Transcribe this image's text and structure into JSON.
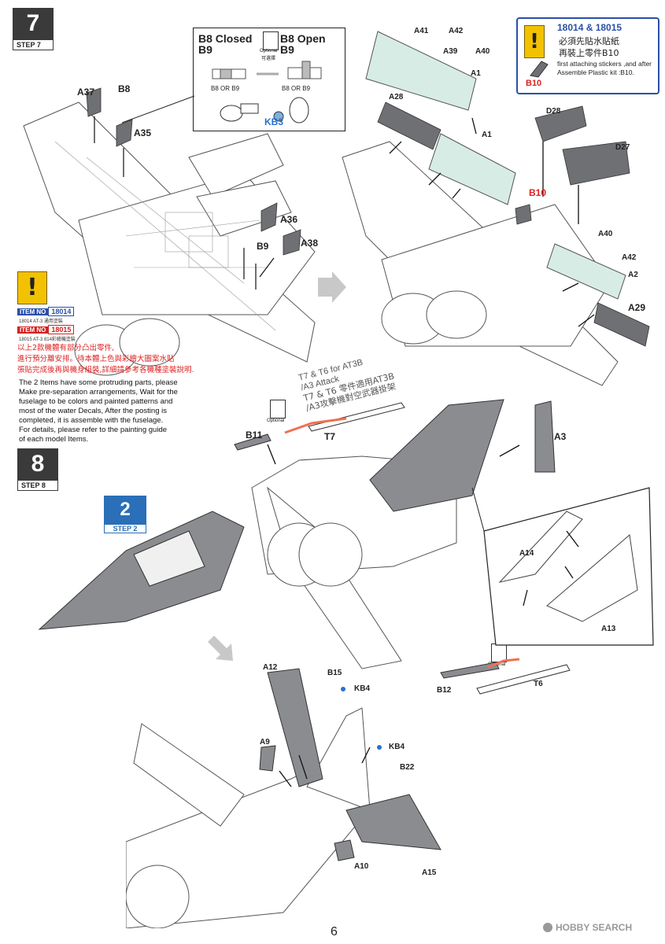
{
  "step7": {
    "number": "7",
    "label": "STEP 7"
  },
  "step8": {
    "number": "8",
    "label": "STEP 8"
  },
  "step2_ref": {
    "number": "2",
    "label": "STEP 2"
  },
  "canopy_inset": {
    "closed_label": "B8 Closed",
    "closed_alt": "B9",
    "open_label": "B8 Open",
    "open_alt": "B9",
    "optional": "Optional",
    "optional_zh": "可選擇",
    "or_left": "B8 OR B9",
    "or_right": "B8 OR B9",
    "kb3": "KB3"
  },
  "step7_parts": [
    "A37",
    "B8",
    "A35",
    "A36",
    "B9",
    "A38"
  ],
  "step7_right_parts": {
    "a41": "A41",
    "a42": "A42",
    "a39": "A39",
    "a40": "A40",
    "a1_top": "A1",
    "a28": "A28",
    "a1": "A1",
    "d28": "D28",
    "d27": "D27",
    "b10": "B10",
    "a40b": "A40",
    "a42b": "A42",
    "a2": "A2",
    "a29": "A29"
  },
  "decal_note": {
    "title": "18014 & 18015",
    "zh_line1": "必須先貼水貼紙",
    "zh_line2": "再裝上零件B10",
    "en": "first attaching  stickers ,and after Assemble Plastic kit :B10.",
    "part": "B10"
  },
  "items": [
    {
      "tag": "ITEM NO",
      "code": "18014",
      "sub": "18014 AT-3 通用塗裝",
      "color": "#2a4fa8"
    },
    {
      "tag": "ITEM NO",
      "code": "18015",
      "sub": "18015 AT-3 814彩繪機塗裝",
      "color": "#d22222"
    }
  ],
  "zh_note": [
    "以上2款機體有部分凸出零件,",
    "進行預分離安排。待本體上色與彩繪大圖案水貼",
    "張貼完成後再與機身組裝,詳細請參考各機種塗裝說明."
  ],
  "en_note": [
    "The  2 Items have some protruding parts, please",
    "Make pre-separation arrangements, Wait for the",
    "fuselage to be colors and painted patterns and",
    " most of the water Decals, After the posting is",
    "completed, it is assemble with the fuselage.",
    "For details, please refer to the painting guide",
    "of each model Items."
  ],
  "t7_note": {
    "line1": "T7 & T6 for AT3B",
    "line2": "/A3 Attack",
    "line3": "T7 & T6 零件適用AT3B",
    "line4": "/A3攻擊機對空武器掛架"
  },
  "step8_parts": {
    "b11": "B11",
    "t7": "T7",
    "a3": "A3",
    "a14": "A14",
    "a13": "A13",
    "b12": "B12",
    "t6": "T6",
    "a12": "A12",
    "b15": "B15",
    "kb4a": "KB4",
    "kb4b": "KB4",
    "a9": "A9",
    "b22": "B22",
    "a10": "A10",
    "a15": "A15",
    "optional": "Optional"
  },
  "page_number": "6",
  "watermark": "HOBBY SEARCH"
}
